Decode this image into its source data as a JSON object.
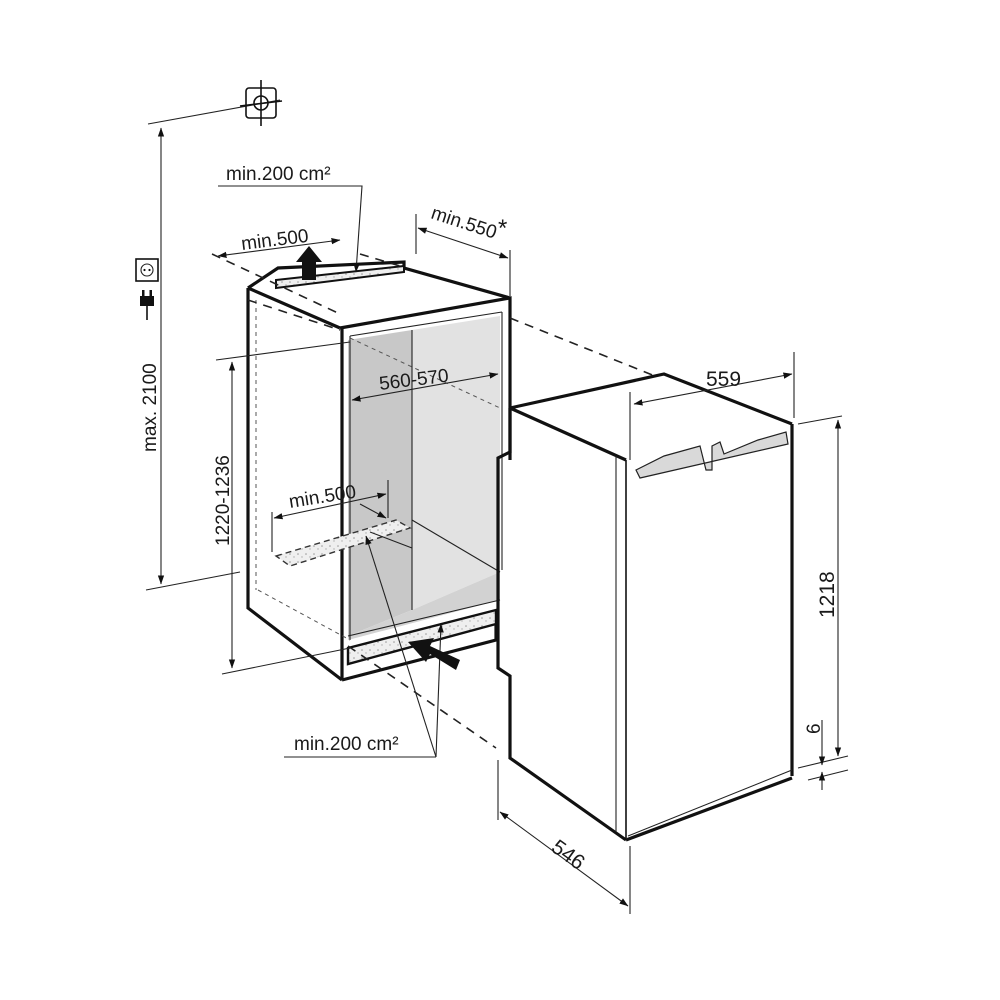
{
  "diagram": {
    "type": "built-in appliance installation dimensions",
    "units": "mm",
    "colors": {
      "line": "#111111",
      "niche_side_wall": "#c8c8c8",
      "niche_back_wall": "#e2e2e2",
      "vent_fill": "#ededed",
      "background": "#ffffff"
    },
    "icons": {
      "ceiling_outlet": "ceiling-connection-icon",
      "socket": "power-socket-icon",
      "plug": "power-plug-icon"
    },
    "labels": {
      "top_vent_area": "min.200 cm²",
      "top_vent_width": "min.500",
      "niche_depth": "min.550",
      "niche_depth_note": "*",
      "max_height": "max. 2100",
      "niche_height": "1220-1236",
      "niche_width": "560-570",
      "bottom_vent_width": "min.500",
      "bottom_vent_area": "min.200 cm²",
      "appliance_width": "559",
      "appliance_height": "1218",
      "appliance_gap": "6",
      "appliance_depth": "546"
    }
  }
}
